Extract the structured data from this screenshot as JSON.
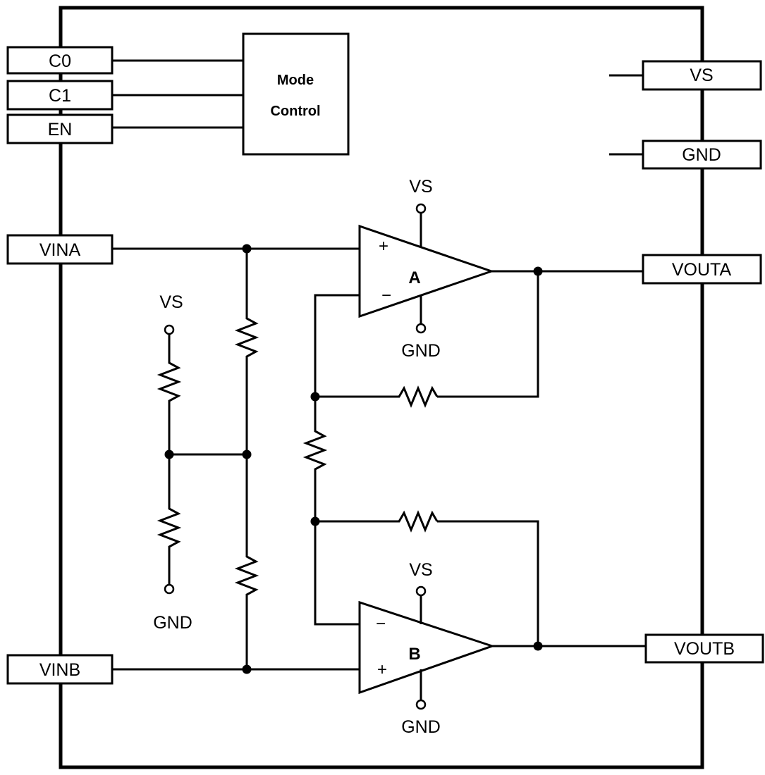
{
  "pins": {
    "c0": "C0",
    "c1": "C1",
    "en": "EN",
    "vina": "VINA",
    "vinb": "VINB",
    "vs": "VS",
    "gnd": "GND",
    "vouta": "VOUTA",
    "voutb": "VOUTB"
  },
  "mode_control": {
    "line1": "Mode",
    "line2": "Control"
  },
  "amplifiers": {
    "a": {
      "name": "A",
      "plus": "+",
      "minus": "−"
    },
    "b": {
      "name": "B",
      "plus": "+",
      "minus": "−"
    }
  },
  "rails": {
    "vs": "VS",
    "gnd": "GND"
  }
}
